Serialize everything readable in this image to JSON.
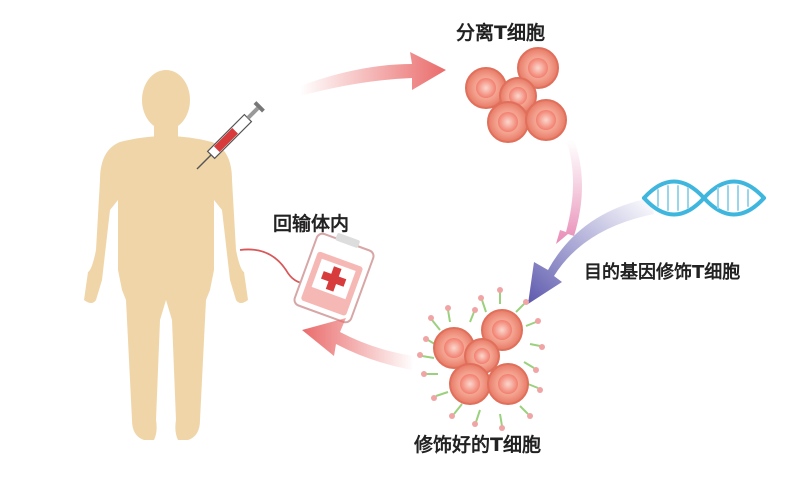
{
  "labels": {
    "isolate_t_cells": "分离T细胞",
    "reinfuse": "回输体内",
    "gene_modify": "目的基因修饰T细胞",
    "modified_t_cells": "修饰好的T细胞"
  },
  "icons": {
    "body": "human-body-silhouette",
    "syringe": "syringe-icon",
    "iv_bag": "iv-bag-icon",
    "dna": "dna-helix-icon"
  },
  "colors": {
    "body": "#f0d5a8",
    "cell_outer": "#ef8a76",
    "cell_inner": "#f6b3a3",
    "cell_nucleus": "#f28a7d",
    "arrow_red": "#ea6b6b",
    "arrow_blue": "#6d6bb8",
    "dna": "#3fb6dd",
    "receptor": "#9bd17e",
    "text": "#222222"
  }
}
